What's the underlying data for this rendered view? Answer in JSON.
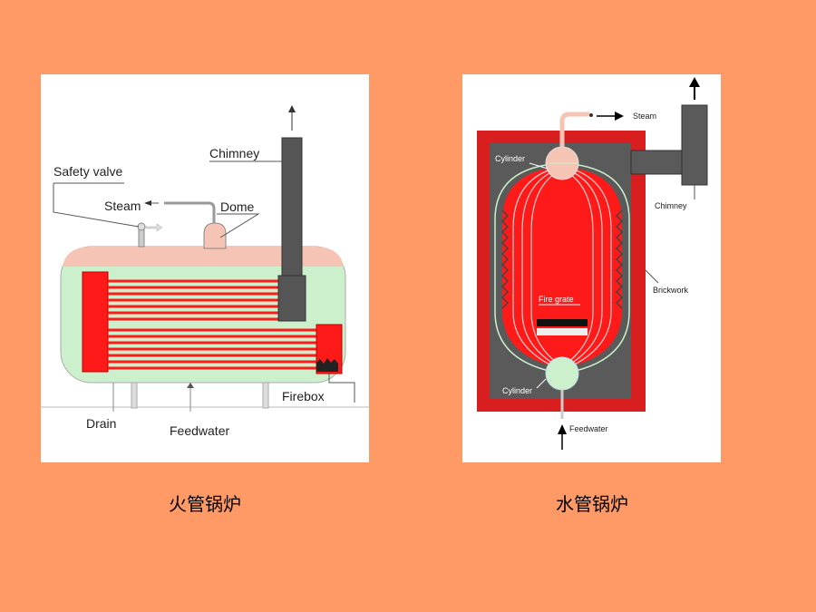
{
  "fire_tube_boiler": {
    "labels": {
      "chimney": "Chimney",
      "safety_valve": "Safety valve",
      "steam": "Steam",
      "dome": "Dome",
      "drain": "Drain",
      "feedwater": "Feedwater",
      "firebox": "Firebox"
    },
    "caption": "火管锅炉"
  },
  "water_tube_boiler": {
    "labels": {
      "steam": "Steam",
      "cylinder_top": "Cylinder",
      "chimney": "Chimney",
      "brickwork": "Brickwork",
      "fire_grate": "Fire grate",
      "cylinder_bottom": "Cylinder",
      "feedwater": "Feedwater"
    },
    "caption": "水管锅炉"
  },
  "colors": {
    "background": "#FF9966",
    "water": "#CCF0CC",
    "steam_space": "#F5C4B4",
    "fire": "#FF1A1A",
    "chimney": "#555555",
    "brickwork": "#D81E1E"
  }
}
